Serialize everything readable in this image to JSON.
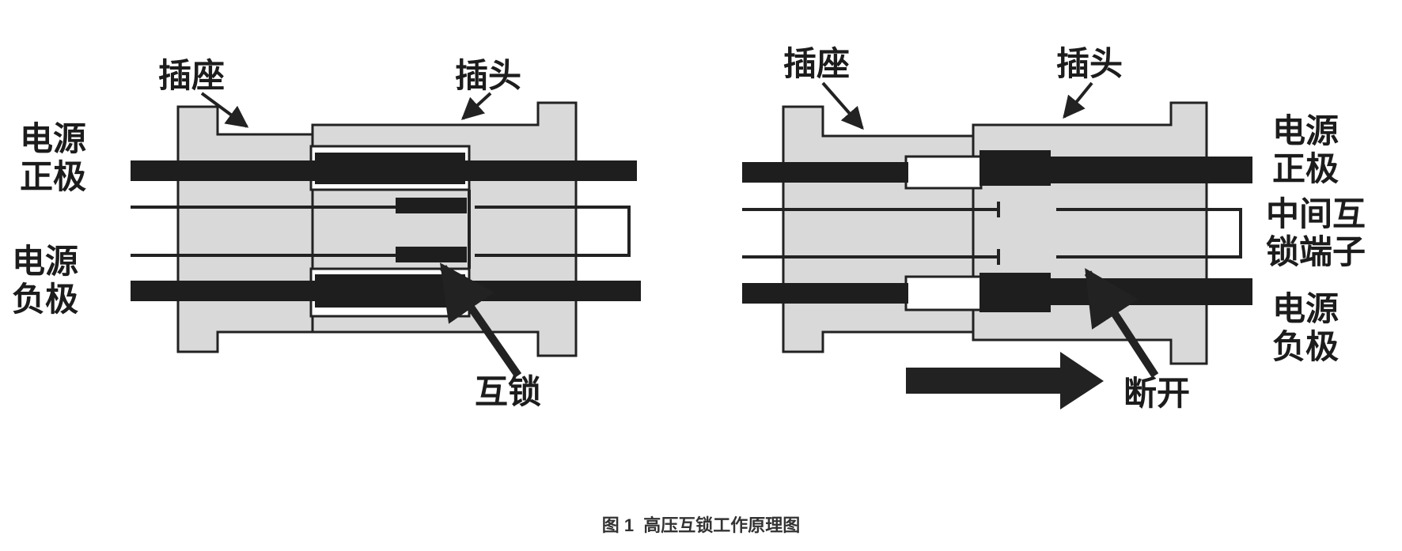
{
  "left_panel": {
    "socket_label": "插座",
    "plug_label": "插头",
    "positive_label_line1": "电源",
    "positive_label_line2": "正极",
    "negative_label_line1": "电源",
    "negative_label_line2": "负极",
    "interlock_label": "互锁"
  },
  "right_panel": {
    "socket_label": "插座",
    "plug_label": "插头",
    "positive_label_line1": "电源",
    "positive_label_line2": "正极",
    "middle_label_line1": "中间互",
    "middle_label_line2": "锁端子",
    "negative_label_line1": "电源",
    "negative_label_line2": "负极",
    "disconnect_label": "断开"
  },
  "caption": "图 1  高压互锁工作原理图",
  "colors": {
    "housing_fill": "#d9d9d9",
    "conductor": "#1e1e1e",
    "outline": "#222222",
    "background": "#ffffff"
  },
  "icons": {
    "pointer": "arrow-icon",
    "direction": "thick-right-arrow-icon"
  }
}
